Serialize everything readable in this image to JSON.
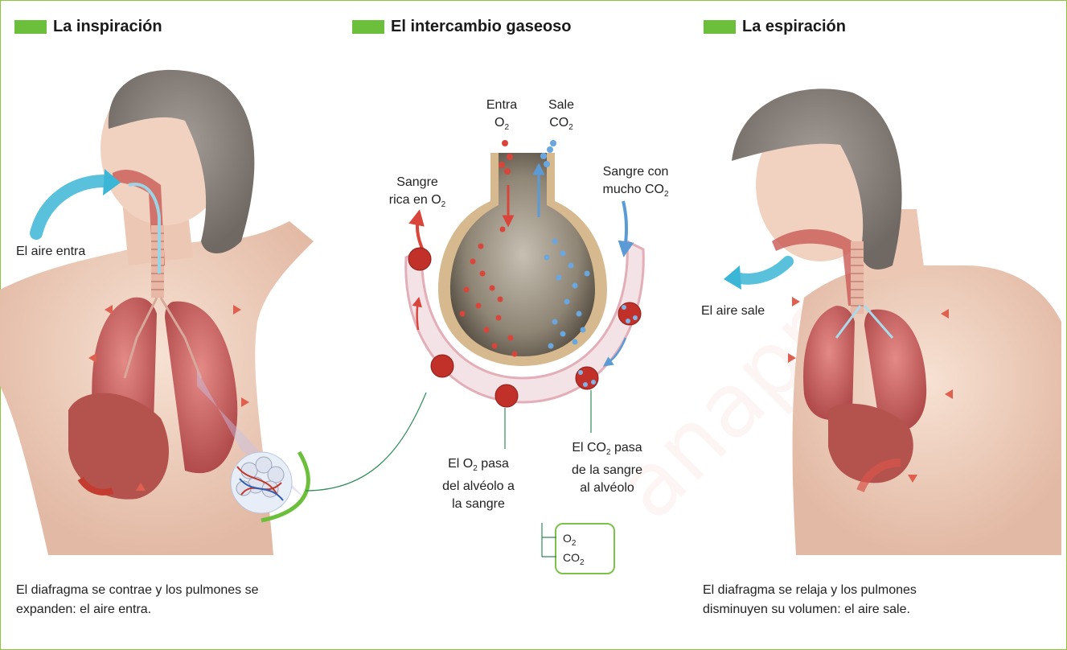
{
  "sections": {
    "inspiracion": {
      "title": "La inspiración",
      "air_label": "El aire entra",
      "caption_line1": "El diafragma se contrae y los pulmones se",
      "caption_line2": "expanden: el aire entra."
    },
    "intercambio": {
      "title": "El intercambio gaseoso"
    },
    "espiracion": {
      "title": "La espiración",
      "air_label": "El aire sale",
      "caption_line1": "El diafragma se relaja y los pulmones",
      "caption_line2": "disminuyen su volumen: el aire sale."
    }
  },
  "labels": {
    "entra": "Entra",
    "o2": "O",
    "o2_sub": "2",
    "sale": "Sale",
    "co2": "CO",
    "co2_sub": "2",
    "sangre_rica_line1": "Sangre",
    "sangre_rica_line2": "rica en O",
    "sangre_co2_line1": "Sangre con",
    "sangre_co2_line2": "mucho CO",
    "o2_pasa_line1": "El O",
    "o2_pasa_line1b": " pasa",
    "o2_pasa_line2": "del alvéolo a",
    "o2_pasa_line3": "la sangre",
    "co2_pasa_line1": "El CO",
    "co2_pasa_line1b": " pasa",
    "co2_pasa_line2": "de la sangre",
    "co2_pasa_line3": "al alvéolo",
    "sub2": "2"
  },
  "legend": {
    "o2": "O",
    "co2": "CO",
    "sub": "2"
  },
  "colors": {
    "accent": "#6cbf3a",
    "o2_red": "#d9453a",
    "co2_blue": "#5b9bd5",
    "air_cyan": "#3cb6d6"
  }
}
